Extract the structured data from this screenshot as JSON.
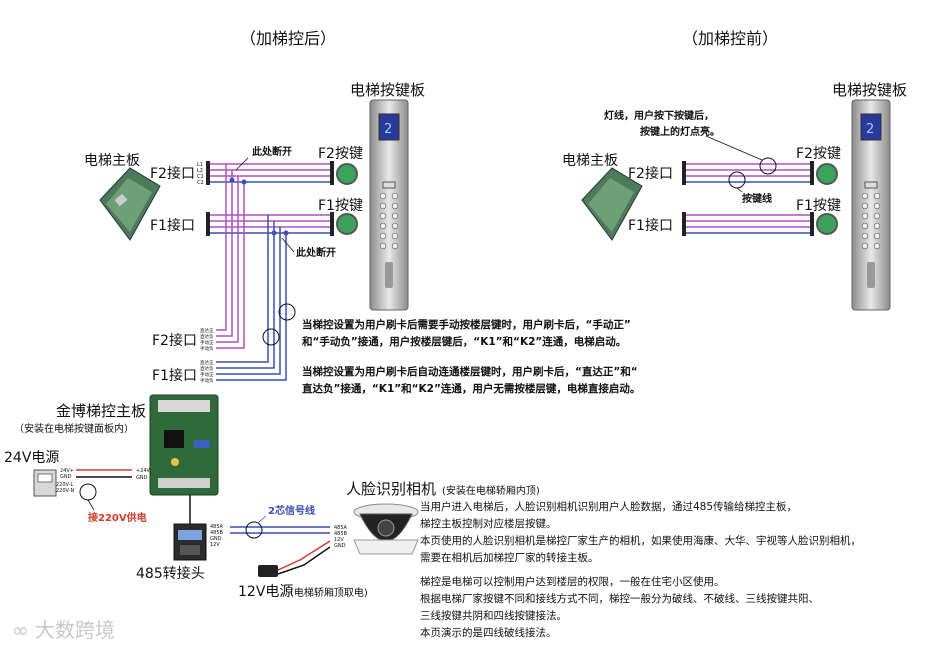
{
  "after": {
    "title": "（加梯控后）",
    "panel_label": "电梯按键板",
    "board_label": "电梯主板",
    "f2_label": "F2接口",
    "f1_label": "F1接口",
    "f2_key_label": "F2按键",
    "f1_key_label": "F1按键",
    "cut_note_top": "此处断开",
    "cut_note_bottom": "此处断开",
    "pin_labels": [
      "L1",
      "L2",
      "C1",
      "C2"
    ],
    "lower_f2_label": "F2接口",
    "lower_f1_label": "F1接口",
    "lower_pin_labels": [
      "直达正",
      "直达负",
      "手动正",
      "手动负"
    ],
    "note_manual": [
      "当梯控设置为用户刷卡后需要手动按楼层键时，用户刷卡后，“手动正”",
      "和“手动负”接通，用户按楼层键后，“K1”和“K2”连通，电梯启动。"
    ],
    "note_auto": [
      "当梯控设置为用户刷卡后自动连通楼层键时，用户刷卡后，“直达正”和“",
      "直达负”接通，“K1”和“K2”连通，用户无需按楼层键，电梯直接启动。"
    ]
  },
  "before": {
    "title": "（加梯控前）",
    "panel_label": "电梯按键板",
    "board_label": "电梯主板",
    "f2_label": "F2接口",
    "f1_label": "F1接口",
    "f2_key_label": "F2按键",
    "f1_key_label": "F1按键",
    "lamp_note": [
      "灯线，用户按下按键后，",
      "按键上的灯点亮。"
    ],
    "key_wire_note": "按键线"
  },
  "controller": {
    "title": "金博梯控主板",
    "subtitle": "（安装在电梯按键面板内）",
    "power_label": "24V电源",
    "power_terminals": [
      "24V+",
      "GND",
      "220V-L",
      "220V-N"
    ],
    "input_terminals": [
      "+24V",
      "GND"
    ],
    "mains_note": "接220V供电",
    "converter_label": "485转接头",
    "converter_pins": [
      "485A",
      "485B",
      "GND",
      "12V"
    ],
    "signal_label": "2芯信号线",
    "camera_pins": [
      "485A",
      "485B",
      "12V",
      "GND"
    ],
    "supply12_label": "12V电源",
    "supply12_note": "(电梯轿厢顶取电)"
  },
  "camera": {
    "title": "人脸识别相机",
    "note": "(安装在电梯轿厢内顶)",
    "desc_lines": [
      "当用户进入电梯后，人脸识别相机识别用户人脸数据，通过485传输给梯控主板，",
      "梯控主板控制对应楼层按键。",
      "本页使用的人脸识别相机是梯控厂家生产的相机，如果使用海康、大华、宇视等人脸识别相机，",
      "需要在相机后加梯控厂家的转接主板。"
    ]
  },
  "summary": {
    "lines": [
      "梯控是电梯可以控制用户达到楼层的权限，一般在住宅小区使用。",
      "根据电梯厂家按键不同和接线方式不同，梯控一般分为破线、不破线、三线按键共阳、",
      "三线按键共阴和四线按键接法。",
      "本页演示的是四线破线接法。"
    ]
  },
  "panel_display_number": "2",
  "watermark": "大数跨境",
  "colors": {
    "magenta": "#b04fc0",
    "blue": "#3a4fb8",
    "red": "#d63a2e",
    "black": "#111111",
    "pcb_green": "#2f6b3a",
    "panel_silver": "#b8b8b8"
  }
}
